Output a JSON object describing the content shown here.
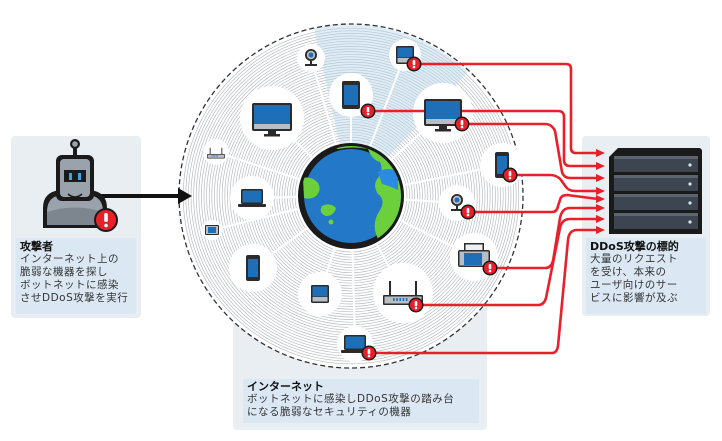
{
  "attacker": {
    "title": "攻撃者",
    "body": "インターネット上の\n脆弱な機器を探し\nボットネットに感染\nさせDDoS攻撃を実行"
  },
  "internet": {
    "title": "インターネット",
    "body": "ボットネットに感染しDDoS攻撃の踏み台\nになる脆弱なセキュリティの機器"
  },
  "target": {
    "title": "DDoS攻撃の標的",
    "body": "大量のリクエスト\nを受け、本来の\nユーザ向けのサー\nビスに影響が及ぶ"
  },
  "colors": {
    "alert": "#e8202a",
    "device_blue": "#1e6fb8",
    "globe_ocean": "#2478c8",
    "globe_land": "#6ccf3c",
    "panel": "#e8eef1",
    "caption": "#dbe8f4"
  },
  "devices": [
    {
      "name": "webcam",
      "infected": false
    },
    {
      "name": "tablet",
      "infected": true
    },
    {
      "name": "desktop-pc",
      "infected": true
    },
    {
      "name": "monitor",
      "infected": false
    },
    {
      "name": "imac",
      "infected": true
    },
    {
      "name": "router",
      "infected": false
    },
    {
      "name": "laptop",
      "infected": false
    },
    {
      "name": "smartphone",
      "infected": true
    },
    {
      "name": "printer-small",
      "infected": false
    },
    {
      "name": "webcam",
      "infected": true
    },
    {
      "name": "smartphone",
      "infected": false
    },
    {
      "name": "printer",
      "infected": true
    },
    {
      "name": "desktop-pc",
      "infected": false
    },
    {
      "name": "router",
      "infected": true
    },
    {
      "name": "laptop",
      "infected": true
    }
  ]
}
